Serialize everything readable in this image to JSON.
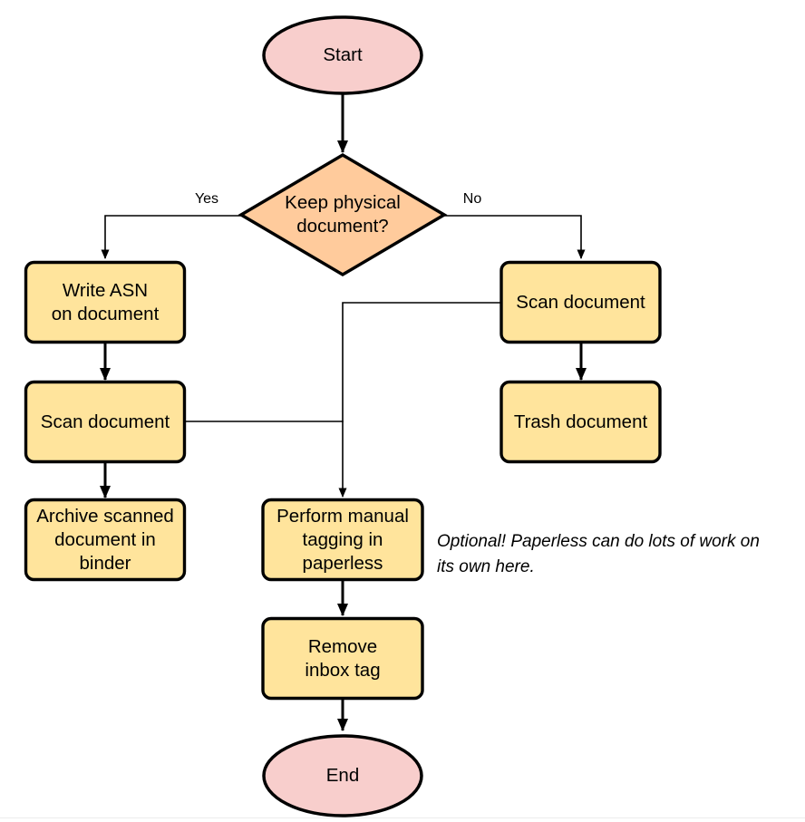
{
  "diagram": {
    "nodes": {
      "start": "Start",
      "decision": "Keep physical\ndocument?",
      "write_asn": "Write ASN\non document",
      "scan_left": "Scan document",
      "archive": "Archive scanned\ndocument in\nbinder",
      "scan_right": "Scan document",
      "trash": "Trash document",
      "tagging": "Perform manual\ntagging in\npaperless",
      "remove_inbox": "Remove\ninbox tag",
      "end": "End"
    },
    "edges": {
      "yes": "Yes",
      "no": "No"
    },
    "annotation": "Optional! Paperless can do lots of work on\nits own here.",
    "colors": {
      "terminator_fill": "#f8cecc",
      "decision_fill": "#ffcb9c",
      "process_fill": "#ffe49c",
      "stroke": "#000000"
    }
  }
}
